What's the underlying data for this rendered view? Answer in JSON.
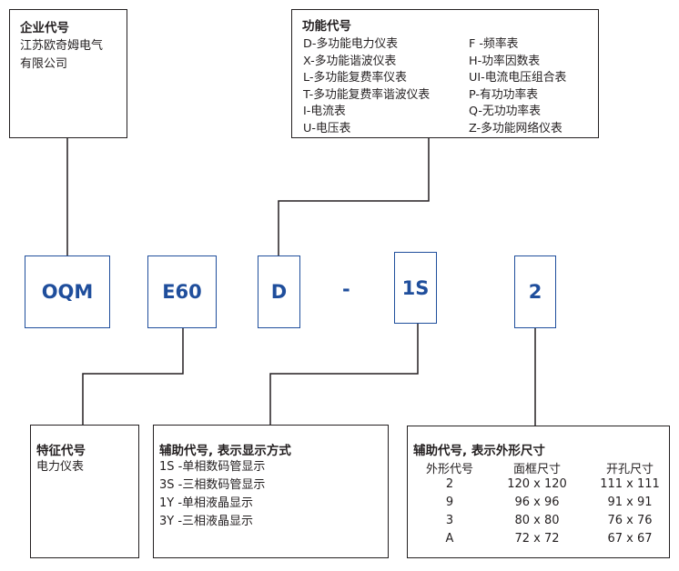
{
  "colors": {
    "code_blue": "#1f4e9c",
    "line": "#231f20"
  },
  "enterprise": {
    "title": "企业代号",
    "lines": [
      "江苏欧奇姆电气",
      "有限公司"
    ]
  },
  "function": {
    "title": "功能代号",
    "rows": [
      [
        "D-多功能电力仪表",
        "F -频率表"
      ],
      [
        "X-多功能谐波仪表",
        "H-功率因数表"
      ],
      [
        "L-多功能复费率仪表",
        "UI-电流电压组合表"
      ],
      [
        "T-多功能复费率谐波仪表",
        "P-有功功率表"
      ],
      [
        "I-电流表",
        "Q-无功功率表"
      ],
      [
        "U-电压表",
        "Z-多功能网络仪表"
      ]
    ]
  },
  "codes": {
    "c1": "OQM",
    "c2": "E60",
    "c3": "D",
    "dash": "-",
    "c4": "1S",
    "c5": "2"
  },
  "feature": {
    "title": "特征代号",
    "line": "电力仪表"
  },
  "display": {
    "title": "辅助代号, 表示显示方式",
    "lines": [
      "1S -单相数码管显示",
      "3S -三相数码管显示",
      "1Y -单相液晶显示",
      "3Y -三相液晶显示"
    ]
  },
  "shape": {
    "title": "辅助代号, 表示外形尺寸",
    "headers": [
      "外形代号",
      "面框尺寸",
      "开孔尺寸"
    ],
    "rows": [
      [
        "2",
        "120 x 120",
        "111 x 111"
      ],
      [
        "9",
        "96 x 96",
        "91 x 91"
      ],
      [
        "3",
        "80 x 80",
        "76 x 76"
      ],
      [
        "A",
        "72 x 72",
        "67 x 67"
      ]
    ]
  }
}
